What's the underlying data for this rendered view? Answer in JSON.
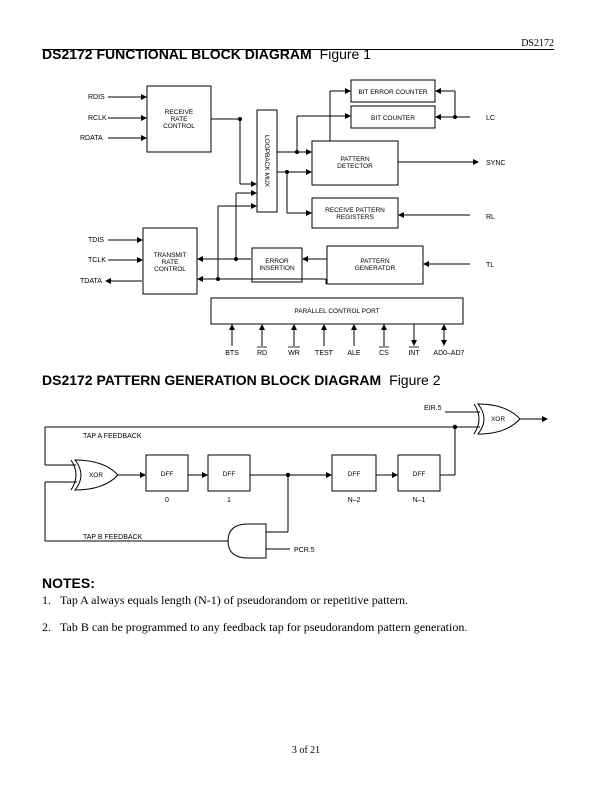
{
  "header": {
    "part": "DS2172"
  },
  "figure1": {
    "title": "DS2172 FUNCTIONAL BLOCK DIAGRAM",
    "fig_label": "Figure 1",
    "inputs": {
      "rdis": "RDIS",
      "rclk": "RCLK",
      "rdata": "RDATA",
      "tdis": "TDIS",
      "tclk": "TCLK",
      "tdata": "TDATA"
    },
    "outputs": {
      "lc": "LC",
      "sync": "SYNC",
      "rl": "RL",
      "tl": "TL"
    },
    "blocks": {
      "receive_rate_control": [
        "RECEIVE",
        "RATE",
        "CONTROL"
      ],
      "loopback_mux": "LOOPBACK MUX",
      "bit_error_counter": "BIT ERROR COUNTER",
      "bit_counter": "BIT COUNTER",
      "pattern_detector": [
        "PATTERN",
        "DETECTOR"
      ],
      "receive_pattern_registers": [
        "RECEIVE PATTERN",
        "REGISTERS"
      ],
      "transmit_rate_control": [
        "TRANSMIT",
        "RATE",
        "CONTROL"
      ],
      "error_insertion": [
        "ERROR",
        "INSERTION"
      ],
      "pattern_generator": [
        "PATTERN",
        "GENERATOR"
      ],
      "parallel_control_port": "PARALLEL CONTROL PORT"
    },
    "control_pins": [
      "BTS",
      "RD",
      "WR",
      "TEST",
      "ALE",
      "CS",
      "INT",
      "AD0–AD7"
    ]
  },
  "figure2": {
    "title": "DS2172 PATTERN GENERATION BLOCK DIAGRAM",
    "fig_label": "Figure 2",
    "eir": "EIR.5",
    "tap_a": "TAP A FEEDBACK",
    "tap_b": "TAP B FEEDBACK",
    "pcr": "PCR.5",
    "xor": "XOR",
    "dffs": [
      {
        "label": "DFF",
        "index": "0"
      },
      {
        "label": "DFF",
        "index": "1"
      },
      {
        "label": "DFF",
        "index": "N–2"
      },
      {
        "label": "DFF",
        "index": "N–1"
      }
    ]
  },
  "notes": {
    "title": "NOTES:",
    "items": [
      {
        "num": "1.",
        "text": "Tap A always equals length (N-1) of pseudorandom or repetitive pattern."
      },
      {
        "num": "2.",
        "text": "Tab B can be programmed to any feedback tap for pseudorandom pattern generation."
      }
    ]
  },
  "footer": {
    "page": "3 of 21"
  }
}
